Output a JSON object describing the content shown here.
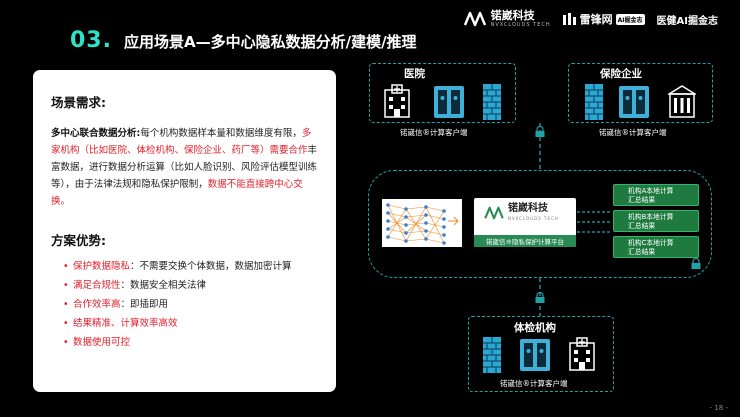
{
  "header": {
    "number": "03.",
    "title": "应用场景A—多中心隐私数据分析/建模/推理"
  },
  "logos": {
    "brand": "锘崴科技",
    "brand_en": "NVXCLOUDS TECH",
    "leifeng": "雷锋网",
    "leifeng_tag": "AI掘金志",
    "yijian": "医健AI掘金志"
  },
  "card": {
    "scene_title": "场景需求:",
    "desc_bold": "多中心联合数据分析:",
    "desc_1": "每个机构数据样本量和数据维度有限，",
    "desc_red_1": "多家机构（比如医院、体检机构、保险企业、药厂等）需要合作",
    "desc_2": "丰富数据，进行数据分析运算（比如人脸识别、风险评估模型训练等），由于法律法规和隐私保护限制，",
    "desc_red_2": "数据不能直接跨中心交换。",
    "adv_title": "方案优势:",
    "adv": [
      {
        "red": "保护数据隐私",
        "rest": "：不需要交换个体数据，数据加密计算"
      },
      {
        "red": "满足合规性",
        "rest": "：数据安全相关法律"
      },
      {
        "red": "合作效率高",
        "rest": "：即插即用"
      },
      {
        "red": "结果精准、计算效率高效",
        "rest": ""
      },
      {
        "red": "数据使用可控",
        "rest": ""
      }
    ]
  },
  "diagram": {
    "hospital": "医院",
    "insurance": "保险企业",
    "exam": "体检机构",
    "client": "锘崴信®计算客户端",
    "platform_name": "锘崴科技",
    "platform_en": "NVXCLOUDS TECH",
    "platform_bar": "锘崴信®隐私保护计算平台",
    "results": [
      {
        "line1": "机构A本地计算",
        "line2": "汇总结果"
      },
      {
        "line1": "机构B本地计算",
        "line2": "汇总结果"
      },
      {
        "line1": "机构C本地计算",
        "line2": "汇总结果"
      }
    ]
  },
  "page_number": "- 18 -",
  "colors": {
    "accent": "#2de3c8",
    "dash": "#1fa3a8",
    "red": "#e0202c",
    "green": "#1f7a3f"
  }
}
